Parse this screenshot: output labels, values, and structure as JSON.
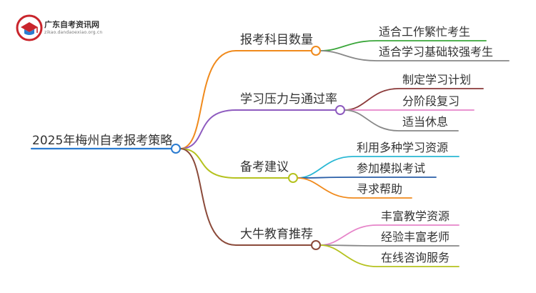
{
  "logo": {
    "name": "广东自考资讯网",
    "url": "zikao.dandaoexiao.org.cn",
    "colors": {
      "primary": "#c9252c",
      "accent": "#2a7bd0"
    }
  },
  "root": {
    "label": "2025年梅州自考报考策略",
    "color": "#2a7bd0"
  },
  "branches": [
    {
      "label": "报考科目数量",
      "color": "#f08a1c",
      "children": [
        {
          "label": "适合工作繁忙考生",
          "color": "#3aa63a"
        },
        {
          "label": "适合学习基础较强考生",
          "color": "#888888"
        }
      ]
    },
    {
      "label": "学习压力与通过率",
      "color": "#8e5bbf",
      "children": [
        {
          "label": "制定学习计划",
          "color": "#8b3a3a"
        },
        {
          "label": "分阶段复习",
          "color": "#e685c9"
        },
        {
          "label": "适当休息",
          "color": "#888888"
        }
      ]
    },
    {
      "label": "备考建议",
      "color": "#b5c21f",
      "children": [
        {
          "label": "利用多种学习资源",
          "color": "#2ab8d4"
        },
        {
          "label": "参加模拟考试",
          "color": "#2a5fa8"
        },
        {
          "label": "寻求帮助",
          "color": "#f08a1c"
        }
      ]
    },
    {
      "label": "大牛教育推荐",
      "color": "#8b4a3a",
      "children": [
        {
          "label": "丰富教学资源",
          "color": "#e685c9"
        },
        {
          "label": "经验丰富老师",
          "color": "#888888"
        },
        {
          "label": "在线咨询服务",
          "color": "#b5c21f"
        }
      ]
    }
  ]
}
